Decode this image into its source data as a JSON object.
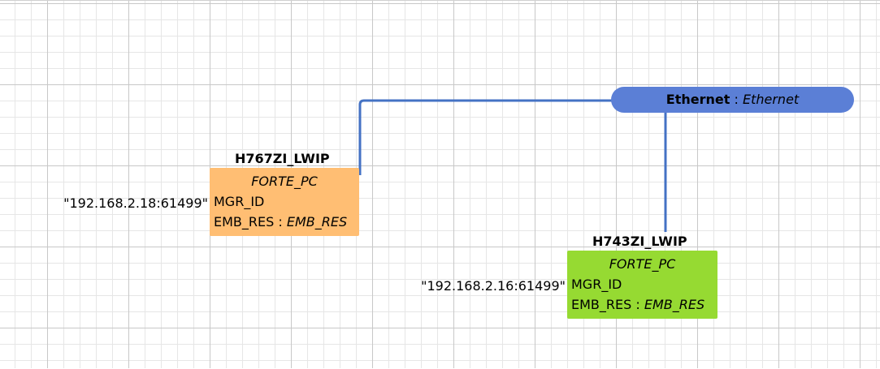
{
  "colors": {
    "segment_fill": "#5b7fd6",
    "connection_line": "#4472c4",
    "device_1_fill": "#ffbe73",
    "device_2_fill": "#96da32",
    "grid_major": "#c8c8c8",
    "grid_minor": "#e6e6e6"
  },
  "segment": {
    "name": "Ethernet",
    "separator": ":",
    "type": "Ethernet"
  },
  "devices": [
    {
      "name": "H767ZI_LWIP",
      "type": "FORTE_PC",
      "parameter": {
        "value": "\"192.168.2.18:61499\"",
        "name": "MGR_ID"
      },
      "resource": {
        "name": "EMB_RES",
        "separator": ":",
        "type": "EMB_RES"
      }
    },
    {
      "name": "H743ZI_LWIP",
      "type": "FORTE_PC",
      "parameter": {
        "value": "\"192.168.2.16:61499\"",
        "name": "MGR_ID"
      },
      "resource": {
        "name": "EMB_RES",
        "separator": ":",
        "type": "EMB_RES"
      }
    }
  ]
}
